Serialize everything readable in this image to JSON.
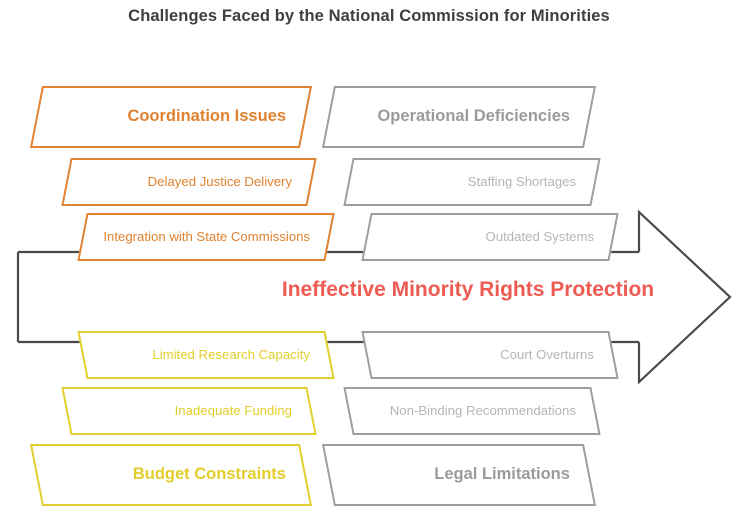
{
  "title": "Challenges Faced by the National Commission for Minorities",
  "effect": {
    "label": "Ineffective Minority Rights Protection",
    "color": "#EE5B53"
  },
  "colors": {
    "orange": "#E0822F",
    "yellow": "#E2CE2A",
    "gray": "#9E9E9E",
    "gray_text": "#9B9B9B",
    "gray_subtext": "#B5B5B5",
    "spine": "#4A4A4A",
    "title": "#3C4043"
  },
  "branches": [
    {
      "id": "coordination-issues",
      "position": "top-left",
      "color": "#E0822F",
      "header": "Coordination Issues",
      "causes": [
        "Delayed Justice Delivery",
        "Integration with State Commissions"
      ]
    },
    {
      "id": "operational-deficiencies",
      "position": "top-right",
      "color": "#9E9E9E",
      "header": "Operational Deficiencies",
      "causes": [
        "Staffing Shortages",
        "Outdated Systems"
      ]
    },
    {
      "id": "budget-constraints",
      "position": "bottom-left",
      "color": "#E2CE2A",
      "header": "Budget Constraints",
      "causes": [
        "Limited Research Capacity",
        "Inadequate Funding"
      ]
    },
    {
      "id": "legal-limitations",
      "position": "bottom-right",
      "color": "#9E9E9E",
      "header": "Legal Limitations",
      "causes": [
        "Court Overturns",
        "Non-Binding Recommendations"
      ]
    }
  ],
  "boxes": {
    "coordination_issues": "Coordination Issues",
    "delayed_justice_delivery": "Delayed Justice Delivery",
    "integration_with_state_commissions": "Integration with State Commissions",
    "operational_deficiencies": "Operational Deficiencies",
    "staffing_shortages": "Staffing Shortages",
    "outdated_systems": "Outdated Systems",
    "limited_research_capacity": "Limited Research Capacity",
    "inadequate_funding": "Inadequate Funding",
    "budget_constraints": "Budget Constraints",
    "court_overturns": "Court Overturns",
    "non_binding_recommendations": "Non-Binding Recommendations",
    "legal_limitations": "Legal Limitations"
  }
}
